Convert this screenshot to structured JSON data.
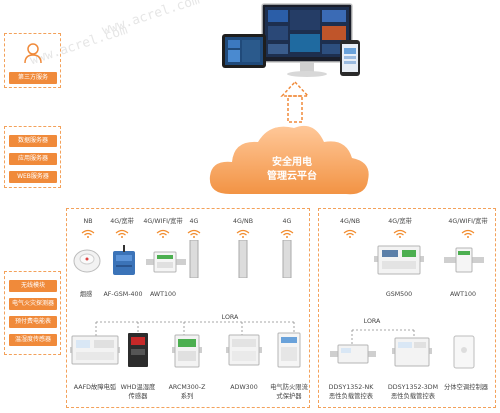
{
  "watermark": "www.acrel.com",
  "third_party": {
    "label": "第三方服务"
  },
  "services": [
    "数据服务器",
    "应用服务器",
    "WEB服务器"
  ],
  "modules": [
    "无线模块",
    "电气火灾探测器",
    "预付费电能表",
    "温湿度传感器"
  ],
  "cloud": {
    "line1": "安全用电",
    "line2": "管理云平台"
  },
  "signals_left": [
    "NB",
    "4G/宽带",
    "4G/WIFI/宽带",
    "4G",
    "4G/NB",
    "4G"
  ],
  "signals_right": [
    "4G/NB",
    "4G/宽带",
    "4G/WIFI/宽带"
  ],
  "lora": [
    "LORA",
    "LORA"
  ],
  "devices_top_left": [
    "烟感",
    "AF-GSM-400",
    "AWT100"
  ],
  "devices_top_right": [
    "GSM500",
    "AWT100"
  ],
  "devices_bottom_left": [
    {
      "line1": "AAFD故障电弧",
      "line2": ""
    },
    {
      "line1": "WHD温湿度",
      "line2": "传感器"
    },
    {
      "line1": "ARCM300-Z",
      "line2": "系列"
    },
    {
      "line1": "ADW300",
      "line2": ""
    },
    {
      "line1": "电气防火限流",
      "line2": "式保护器"
    }
  ],
  "devices_bottom_right": [
    {
      "line1": "DDSY1352-NK",
      "line2": "恶性负载管控表"
    },
    {
      "line1": "DDSY1352-3DM",
      "line2": "恶性负载管控表"
    },
    {
      "line1": "分体空调控制器",
      "line2": ""
    }
  ],
  "colors": {
    "accent": "#f08a3a",
    "dashed": "#f3a15a",
    "line": "#8a8a8a",
    "wifi": "#f28c2e"
  }
}
